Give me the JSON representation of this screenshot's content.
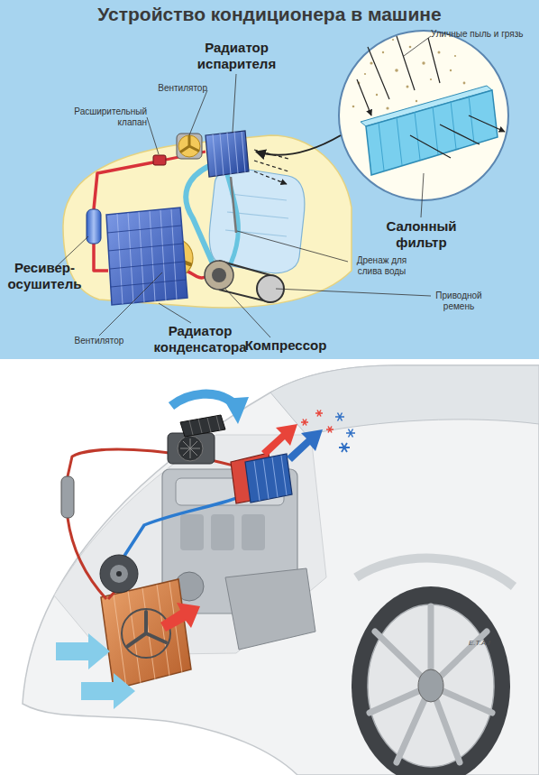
{
  "diagram": {
    "title": "Устройство кондиционера в машине",
    "labels": [
      "Уличные пыль и грязь",
      "Радиатор испарителя",
      "Вентилятор",
      "Расширительный клапан",
      "Салонный фильтр",
      "Ресивер- осушитель",
      "Дренаж для слива воды",
      "Приводной ремень",
      "Вентилятор",
      "Радиатор конденсатора",
      "Компрессор",
      "E.T.A.I"
    ]
  }
}
